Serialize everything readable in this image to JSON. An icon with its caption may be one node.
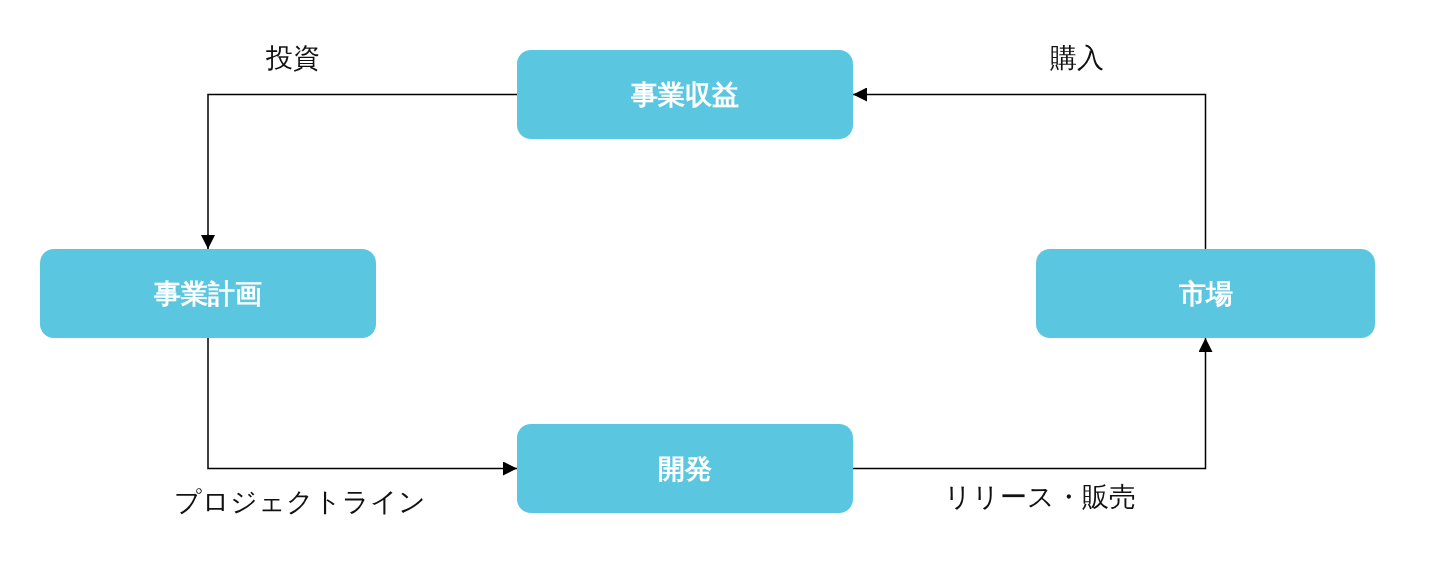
{
  "diagram": {
    "nodes": [
      {
        "text": [
          "事業収益"
        ]
      },
      {
        "text": [
          "事業計画"
        ]
      },
      {
        "text": [
          "市場"
        ]
      },
      {
        "text": [
          "開発"
        ]
      }
    ],
    "edges": [
      {
        "from": 0,
        "to": 1,
        "arrow": "to",
        "label": "投資"
      },
      {
        "from": 1,
        "to": 3,
        "arrow": "to",
        "label": "プロジェクトライン"
      },
      {
        "from": 3,
        "to": 2,
        "arrow": "to",
        "label": "リリース・販売"
      },
      {
        "from": 2,
        "to": 0,
        "arrow": "to",
        "label": "購入"
      }
    ]
  }
}
